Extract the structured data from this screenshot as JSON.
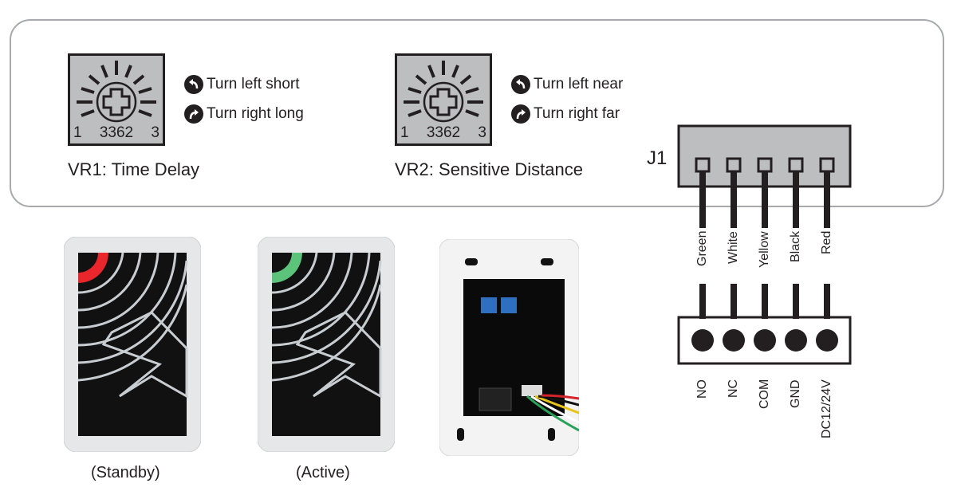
{
  "vr1": {
    "pot_numbers": [
      "1",
      "3362",
      "3"
    ],
    "turn_left": "Turn left short",
    "turn_right": "Turn right long",
    "label": "VR1: Time Delay"
  },
  "vr2": {
    "pot_numbers": [
      "1",
      "3362",
      "3"
    ],
    "turn_left": "Turn left near",
    "turn_right": "Turn right far",
    "label": "VR2: Sensitive Distance"
  },
  "connector": {
    "label": "J1",
    "wires": [
      "Green",
      "White",
      "Yellow",
      "Black",
      "Red"
    ],
    "terminals": [
      "NO",
      "NC",
      "COM",
      "GND",
      "DC12/24V"
    ]
  },
  "devices": {
    "standby": {
      "caption": "(Standby)",
      "led_color": "#e8262b"
    },
    "active": {
      "caption": "(Active)",
      "led_color": "#5cc47a"
    }
  }
}
